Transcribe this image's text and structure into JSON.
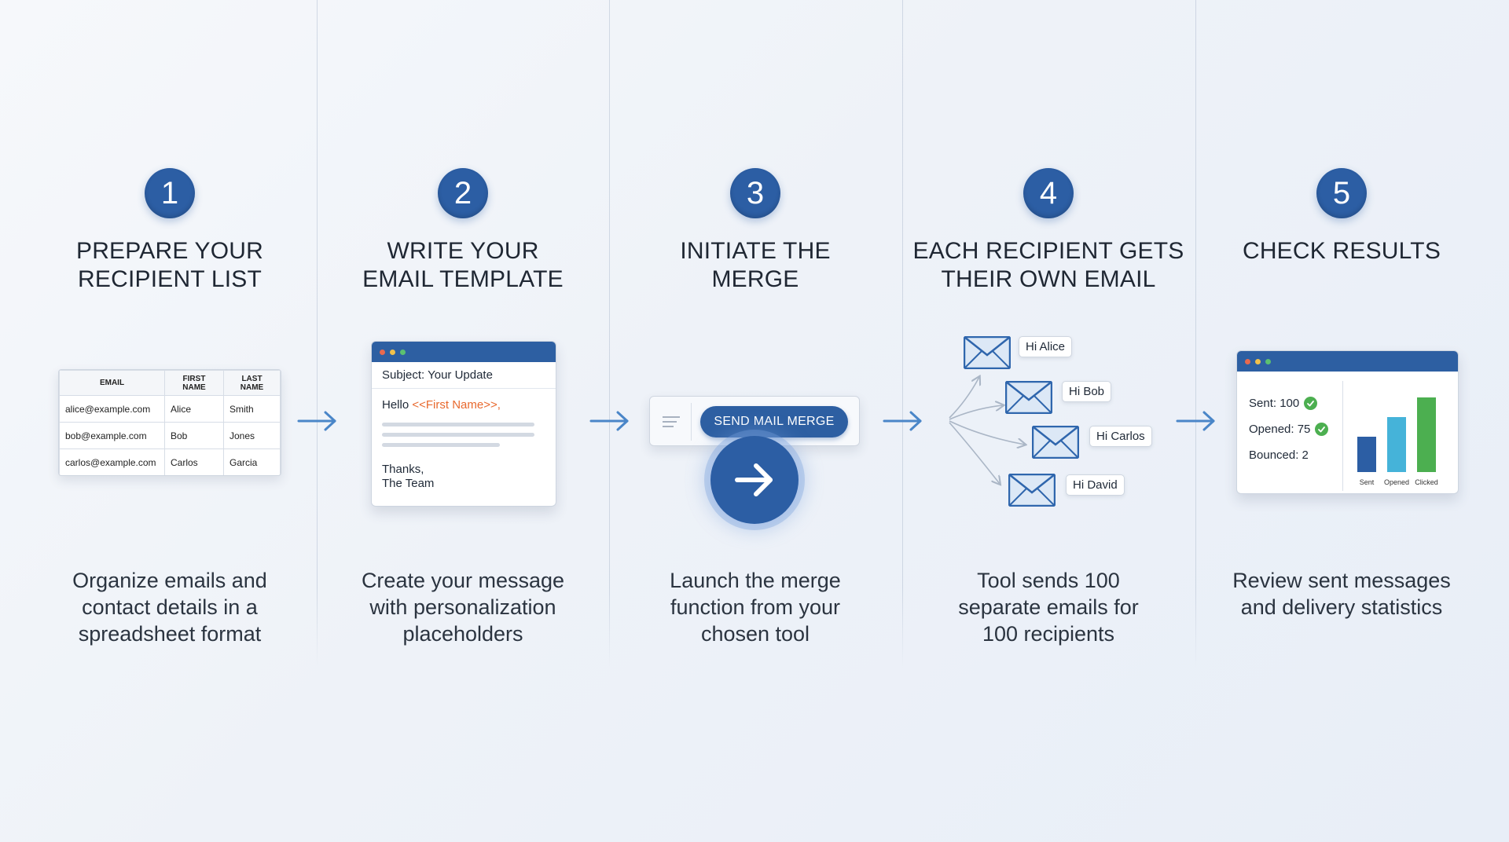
{
  "steps": [
    {
      "number": "1",
      "title": "PREPARE YOUR\nRECIPIENT LIST",
      "description": "Organize emails and\ncontact details in a\nspreadsheet format"
    },
    {
      "number": "2",
      "title": "WRITE YOUR\nEMAIL TEMPLATE",
      "description": "Create your message\nwith personalization\nplaceholders"
    },
    {
      "number": "3",
      "title": "INITIATE THE\nMERGE",
      "description": "Launch the merge\nfunction from your\nchosen tool"
    },
    {
      "number": "4",
      "title": "EACH RECIPIENT GETS\nTHEIR OWN EMAIL",
      "description": "Tool sends 100\nseparate emails for\n100 recipients"
    },
    {
      "number": "5",
      "title": "CHECK RESULTS",
      "description": "Review sent messages\nand delivery statistics"
    }
  ],
  "spreadsheet": {
    "headers": [
      "EMAIL",
      "FIRST NAME",
      "LAST NAME"
    ],
    "rows": [
      [
        "alice@example.com",
        "Alice",
        "Smith"
      ],
      [
        "bob@example.com",
        "Bob",
        "Jones"
      ],
      [
        "carlos@example.com",
        "Carlos",
        "Garcia"
      ]
    ]
  },
  "template": {
    "subject": "Subject: Your Update",
    "greeting": "Hello ",
    "placeholder": "<<First Name>>,",
    "signoff": "Thanks,\nThe Team"
  },
  "merge": {
    "button_label": "SEND MAIL MERGE",
    "menu_icon": "lines-icon",
    "go_icon": "arrow-right-icon"
  },
  "recipients": [
    "Hi Alice",
    "Hi Bob",
    "Hi Carlos",
    "Hi David"
  ],
  "results": {
    "sent": "Sent: 100",
    "opened": "Opened: 75",
    "bounced": "Bounced: 2"
  },
  "chart_data": {
    "type": "bar",
    "categories": [
      "Sent",
      "Opened",
      "Clicked"
    ],
    "values": [
      45,
      70,
      95
    ],
    "colors": [
      "#2c5ea4",
      "#45b3d9",
      "#4caf50"
    ]
  },
  "colors": {
    "primary": "#2c5ea4",
    "accent_orange": "#e8692e",
    "success": "#4caf50",
    "arrow": "#4a86c8"
  }
}
